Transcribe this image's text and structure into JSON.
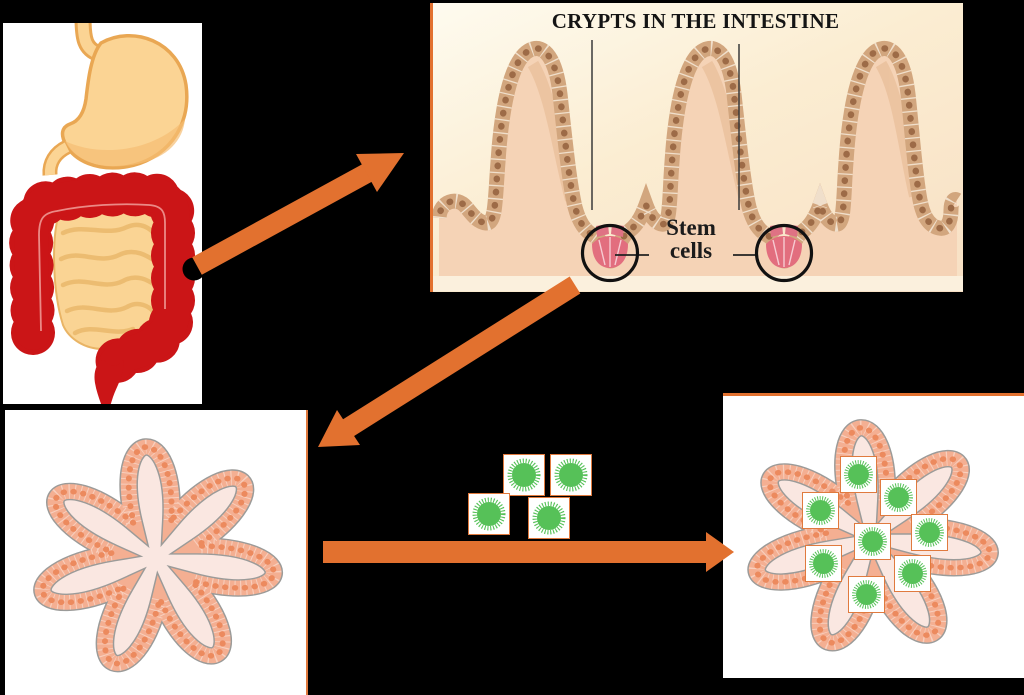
{
  "figure": {
    "background_color": "#000000",
    "description_texts": {
      "crypts_title": "CRYPTS IN THE INTESTINE",
      "stem_cells_label": "Stem cells"
    },
    "colors": {
      "arrow_orange": "#E2712F",
      "virus_green": "#56C158",
      "intestine_red": "#CB1517",
      "stomach_tan": "#FBD494",
      "tissue_peach": "#F5D3B6",
      "epithelium_cell_tan": "#D2A67E",
      "stem_cell_pink": "#E26E7E",
      "organoid_salmon": "#F4AF92",
      "organoid_lumen": "#FAE7E1"
    },
    "virus_particles": {
      "free_count": 4,
      "in_organoid_count": 8
    },
    "icons": {
      "digestive-system-illustration": "human stomach and intestines with biopsy dot",
      "crypts-illustration": "intestinal villi and crypts with circled stem cells",
      "organoid-illustration": "budding intestinal organoid",
      "virus-particle-icon": "green spiky virus ball on white tile"
    }
  }
}
